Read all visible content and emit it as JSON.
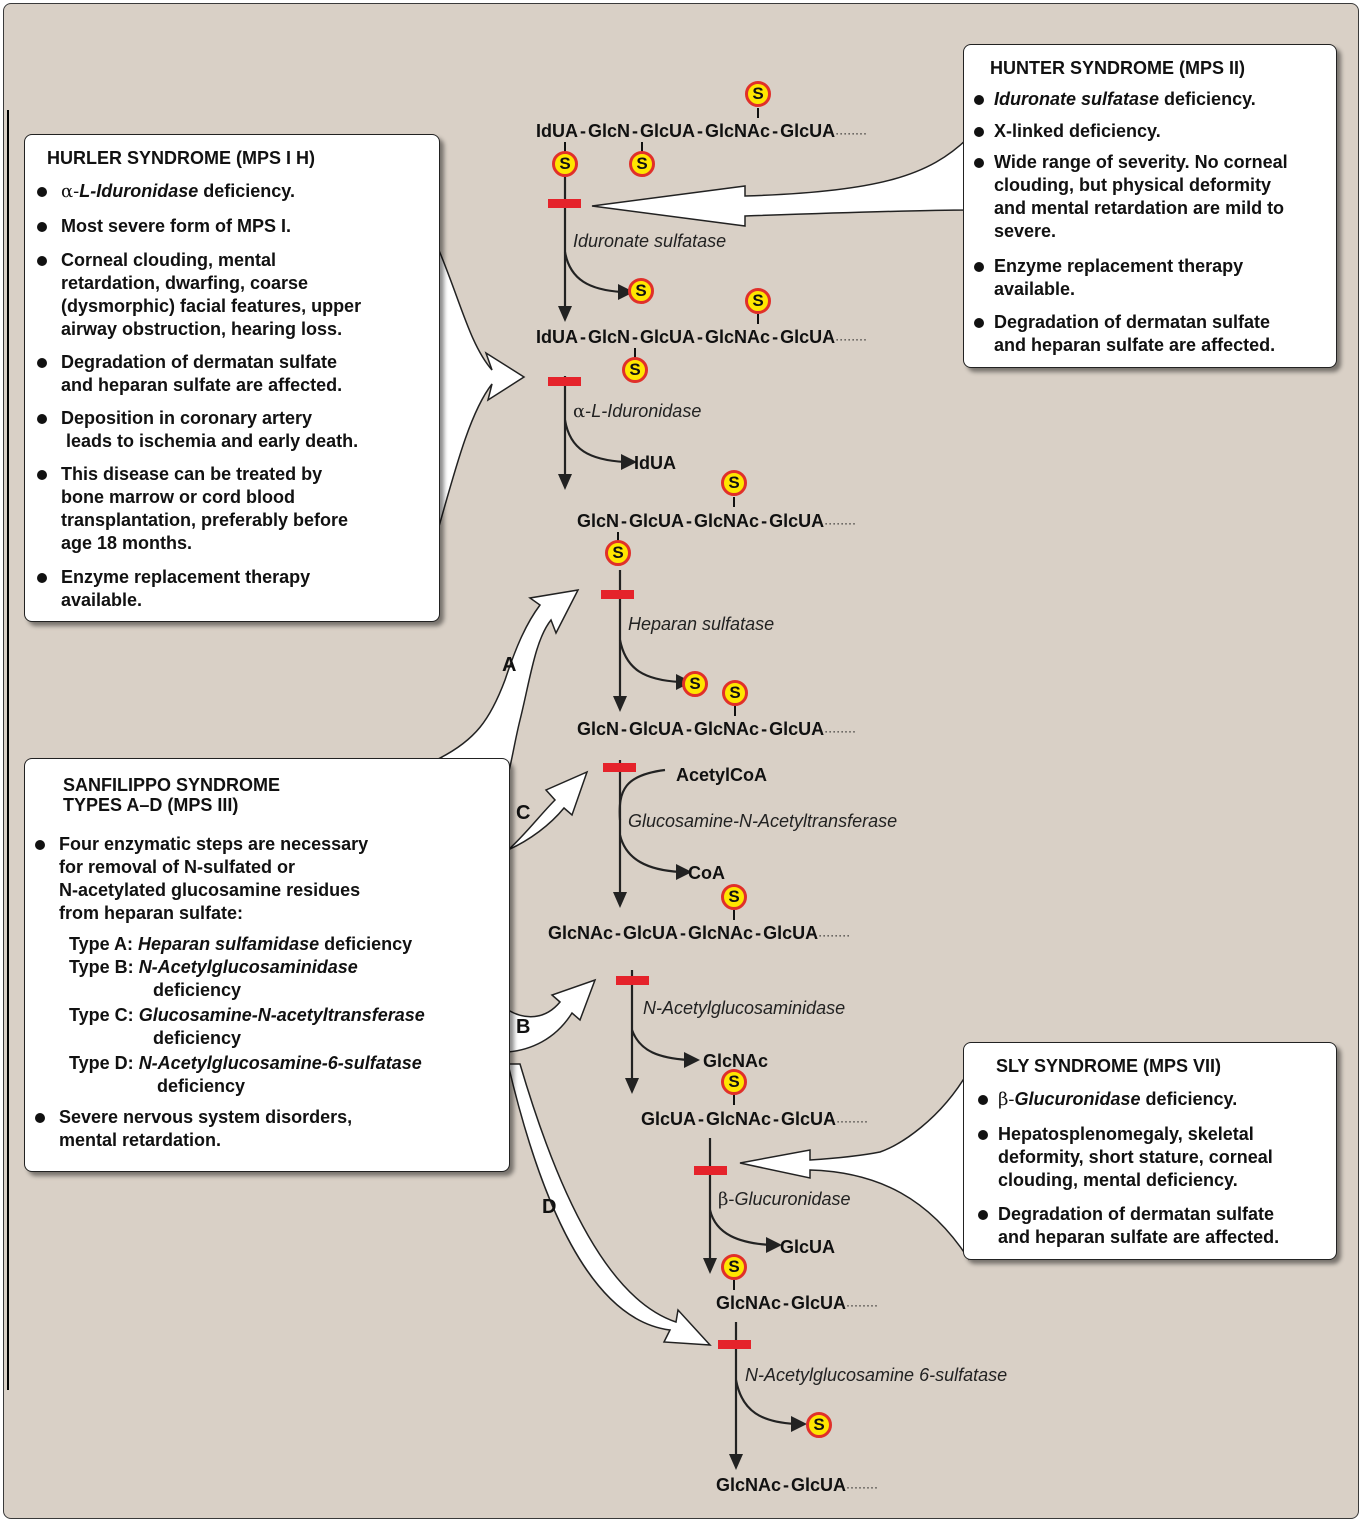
{
  "hurler": {
    "title": "HURLER SYNDROME (MPS I H)",
    "b1_greek": "α-",
    "b1_enzyme": "L-Iduronidase",
    "b1_rest": " deficiency.",
    "b2": "Most severe form of MPS I.",
    "b3": [
      "Corneal clouding, mental",
      "retardation, dwarfing, coarse",
      "(dysmorphic) facial features, upper",
      "airway obstruction, hearing loss."
    ],
    "b4": [
      "Degradation of dermatan sulfate",
      "and heparan sulfate are affected."
    ],
    "b5": [
      "Deposition in coronary artery",
      " leads to ischemia and early death."
    ],
    "b6": [
      "This disease can be treated by",
      "bone marrow or cord blood",
      "transplantation, preferably before",
      "age 18 months."
    ],
    "b7": [
      "Enzyme replacement therapy",
      "available."
    ]
  },
  "hunter": {
    "title": "HUNTER SYNDROME (MPS II)",
    "b1_enzyme": "Iduronate sulfatase",
    "b1_rest": " deficiency.",
    "b2": "X-linked deficiency.",
    "b3": [
      "Wide range of severity. No corneal",
      "clouding, but physical deformity",
      "and mental retardation are mild to",
      "severe."
    ],
    "b4": [
      "Enzyme replacement therapy",
      "available."
    ],
    "b5": [
      "Degradation of dermatan sulfate",
      "and heparan sulfate are affected."
    ]
  },
  "sanfilippo": {
    "title": [
      "SANFILIPPO SYNDROME",
      "TYPES A–D (MPS III)"
    ],
    "b1": [
      "Four enzymatic steps are necessary",
      "for removal of N-sulfated or",
      "N-acetylated glucosamine residues",
      "from heparan sulfate:"
    ],
    "typeA_label": "Type A:",
    "typeA_enzyme": "Heparan sulfamidase",
    "typeA_rest": " deficiency",
    "typeB_label": "Type B:",
    "typeB_enzyme": "N-Acetylglucosaminidase",
    "typeB_rest": "deficiency",
    "typeC_label": "Type C:",
    "typeC_enzyme": "Glucosamine-N-acetyltransferase",
    "typeC_rest": "deficiency",
    "typeD_label": "Type D:",
    "typeD_enzyme": "N-Acetylglucosamine-6-sulfatase",
    "typeD_rest": "deficiency",
    "b2": [
      "Severe nervous system disorders,",
      "mental retardation."
    ]
  },
  "sly": {
    "title": "SLY SYNDROME (MPS VII)",
    "b1_greek": "β-",
    "b1_enzyme": "Glucuronidase",
    "b1_rest": " deficiency.",
    "b2": [
      "Hepatosplenomegaly, skeletal",
      "deformity, short stature, corneal",
      "clouding, mental deficiency."
    ],
    "b3": [
      "Degradation of dermatan sulfate",
      "and heparan sulfate are affected."
    ]
  },
  "pathway": {
    "sulfate_label": "S",
    "dots": "········",
    "chain1": [
      "IdUA",
      "GlcN",
      "GlcUA",
      "GlcNAc",
      "GlcUA"
    ],
    "chain2": [
      "IdUA",
      "GlcN",
      "GlcUA",
      "GlcNAc",
      "GlcUA"
    ],
    "chain3": [
      "GlcN",
      "GlcUA",
      "GlcNAc",
      "GlcUA"
    ],
    "chain4": [
      "GlcN",
      "GlcUA",
      "GlcNAc",
      "GlcUA"
    ],
    "chain5": [
      "GlcNAc",
      "GlcUA",
      "GlcNAc",
      "GlcUA"
    ],
    "chain6": [
      "GlcUA",
      "GlcNAc",
      "GlcUA"
    ],
    "chain7": [
      "GlcNAc",
      "GlcUA"
    ],
    "chain8": [
      "GlcNAc",
      "GlcUA"
    ],
    "enzymes": {
      "e1": "Iduronate sulfatase",
      "e2_greek": "α-",
      "e2": "L-Iduronidase",
      "e3": "Heparan sulfatase",
      "e4": "Glucosamine-N-Acetyltransferase",
      "e5": "N-Acetylglucosaminidase",
      "e6_greek": "β-",
      "e6": "Glucuronidase",
      "e7": "N-Acetylglucosamine 6-sulfatase"
    },
    "products": {
      "idua": "IdUA",
      "acetylcoa": "AcetylCoA",
      "coa": "CoA",
      "glcnac": "GlcNAc",
      "glcua": "GlcUA"
    },
    "letters": {
      "a": "A",
      "b": "B",
      "c": "C",
      "d": "D"
    }
  },
  "colors": {
    "background": "#d9d0c6",
    "block_bar": "#e5232b",
    "sulfate_fill": "#ffe600",
    "sulfate_ring": "#e0302a"
  }
}
